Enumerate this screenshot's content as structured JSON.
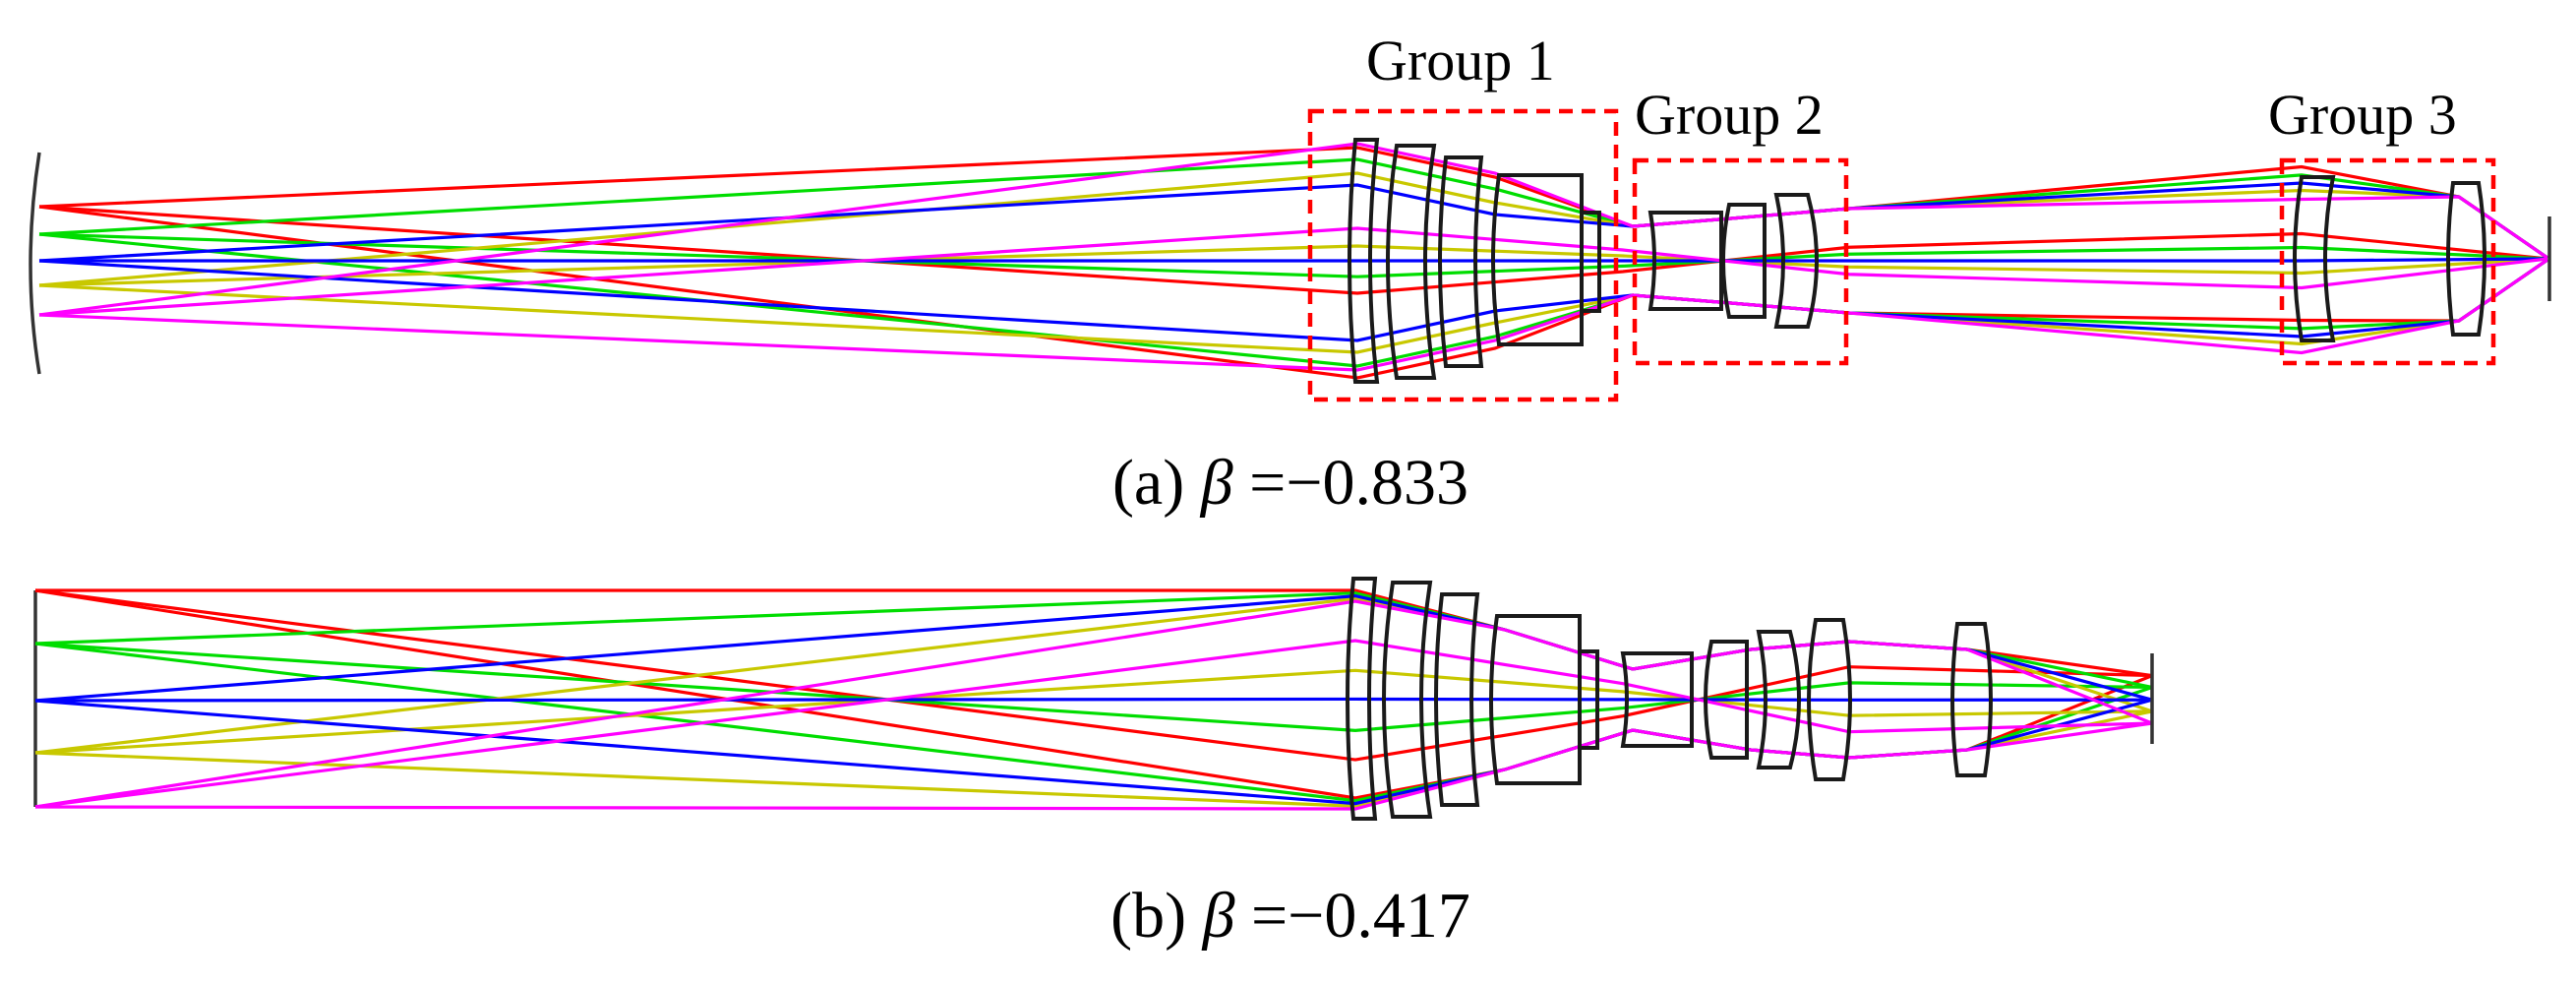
{
  "groups": [
    {
      "label": "Group 1"
    },
    {
      "label": "Group 2"
    },
    {
      "label": "Group 3"
    }
  ],
  "captions": {
    "a": {
      "prefix": "(a) ",
      "symbol": "β",
      "value": " =−0.833"
    },
    "b": {
      "prefix": "(b) ",
      "symbol": "β",
      "value": " =−0.417"
    }
  },
  "ray_colors": {
    "red": "#ff0000",
    "green": "#00dd00",
    "blue": "#0000ff",
    "yellow": "#c8c800",
    "magenta": "#ff00ff"
  },
  "box_color": "#ff0000"
}
